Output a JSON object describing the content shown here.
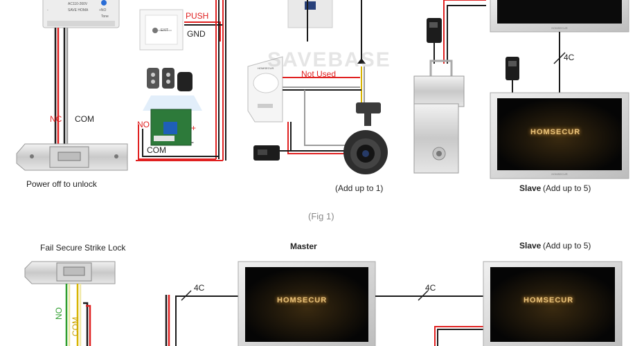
{
  "fig1": {
    "power_supply_lines": [
      "AC110-260V",
      "SAVE HOMA"
    ],
    "power_supply_mark_left": "-",
    "power_supply_mark_right": "+NO",
    "power_supply_brand": "Tone",
    "push_label": "PUSH",
    "gnd_label": "GND",
    "exit_button_text": "EXIT",
    "nc_label": "NC",
    "com_label": "COM",
    "power_off_label": "Power off to unlock",
    "relay_no_label": "NO",
    "relay_plus_label": "+",
    "relay_minus_label": "-",
    "relay_com_label": "COM",
    "not_used_label": "Not Used",
    "watermark": "SAVEBASE",
    "camera_label": "(Add up to 1)",
    "wire_4c_label": "4C",
    "slave_bold": "Slave",
    "slave_rest": " (Add up to 5)",
    "monitor_brand": "HOMSECUR",
    "pir_brand": "HOMSECUR",
    "caption": "(Fig 1)"
  },
  "fig2": {
    "strike_lock_label": "Fail Secure Strike Lock",
    "master_label": "Master",
    "slave_bold": "Slave",
    "slave_rest": " (Add up to 5)",
    "wire_4c_left": "4C",
    "wire_4c_right": "4C",
    "no_label": "NO",
    "com_label": "COM",
    "monitor_brand": "HOMSECUR"
  },
  "colors": {
    "wire_red": "#e02020",
    "wire_black": "#1a1a1a",
    "wire_gray": "#9a9a9a",
    "wire_yellow": "#d8b400",
    "wire_green": "#2e9e2e",
    "monitor_frame": "#d8d8d8",
    "monitor_screen": "#0b0b0b"
  }
}
